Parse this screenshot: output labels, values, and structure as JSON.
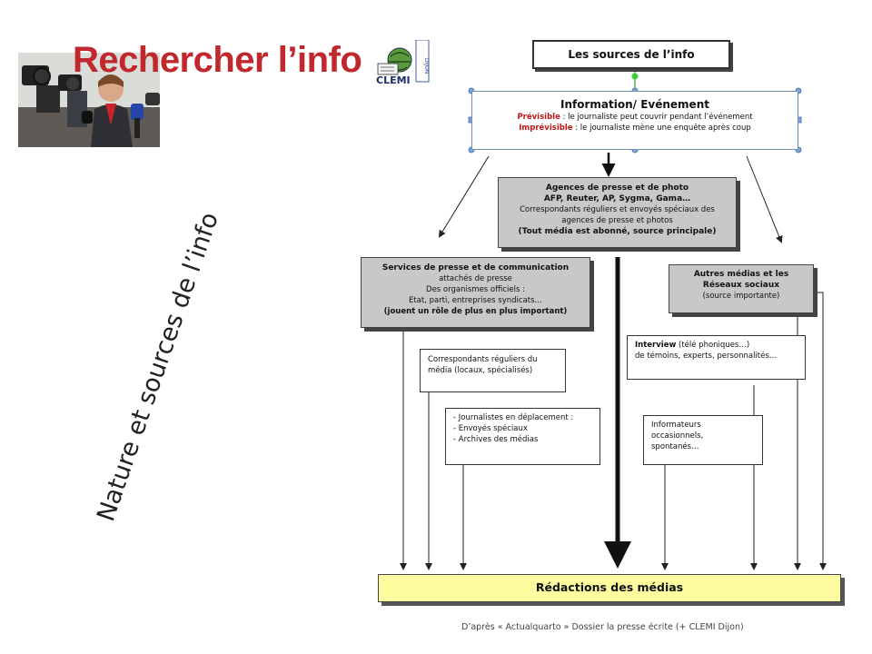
{
  "slide": {
    "title": "Rechercher l’info",
    "vertical_title": "Nature et sources de l’info",
    "logo_text": "CLEMI",
    "logo_side_text": "DIJON"
  },
  "diagram": {
    "top_box": "Les sources de l’info",
    "event_box": {
      "title": "Information/ Evénement",
      "line1_label": "Prévisible",
      "line1_text": " : le  journaliste peut couvrir pendant l’événement",
      "line2_label": "Imprévisible",
      "line2_text": " : le journaliste mène une enquête après coup"
    },
    "agencies_box": {
      "title": "Agences de presse et de photo",
      "line1": "AFP, Reuter, AP, Sygma, Gama…",
      "line2": "Correspondants réguliers et envoyés spéciaux des",
      "line3": "agences de presse et photos",
      "line4": "(Tout média est abonné, source principale)"
    },
    "press_services_box": {
      "title": "Services de presse et de communication",
      "line1": "attachés de presse",
      "line2": "Des organismes officiels :",
      "line3": "Etat, parti, entreprises syndicats…",
      "line4": "(jouent un rôle de plus en plus important)"
    },
    "other_media_box": {
      "line1": "Autres médias et les",
      "line2": "Réseaux sociaux",
      "line3": "(source importante)"
    },
    "correspondents_box": {
      "line1": "Correspondants réguliers du",
      "line2": "média (locaux, spécialisés)"
    },
    "journalists_box": {
      "line1": "- Journalistes en déplacement :",
      "line2": "- Envoyés spéciaux",
      "line3": "- Archives des médias"
    },
    "interview_box": {
      "label": "Interview",
      "line1_rest": " (télé phoniques…)",
      "line2": "de témoins, experts, personnalités…"
    },
    "informants_box": {
      "line1": "Informateurs",
      "line2": "occasionnels,",
      "line3": "spontanés…"
    },
    "newsrooms_box": "Rédactions des médias",
    "credit": "D’après « Actualquarto » Dossier la presse écrite (+ CLEMI Dijon)"
  },
  "colors": {
    "title_red": "#c0282d",
    "grey_box": "#c8c8c8",
    "yellow_box": "#fdfda0",
    "accent_red": "#c01818"
  }
}
